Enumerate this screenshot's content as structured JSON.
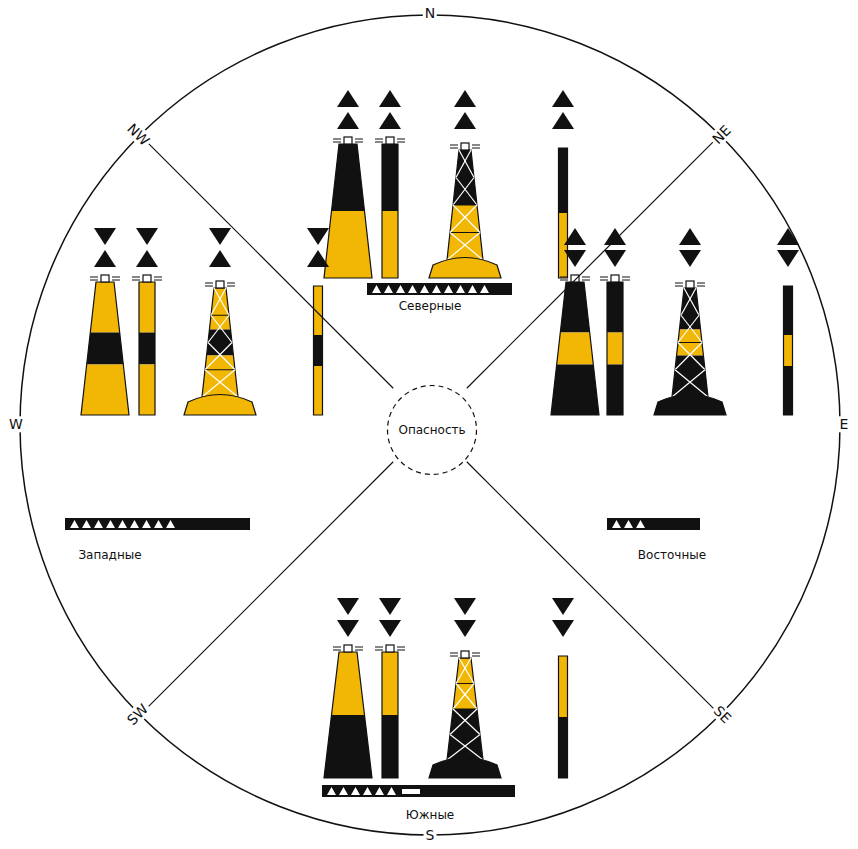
{
  "diagram": {
    "nodes": [
      {
        "text": [
          "Опасность"
        ]
      }
    ],
    "labels": [
      "N",
      "NE",
      "E",
      "SE",
      "S",
      "SW",
      "W",
      "NW",
      "Северные",
      "Западные",
      "Восточные",
      "Южные"
    ]
  }
}
